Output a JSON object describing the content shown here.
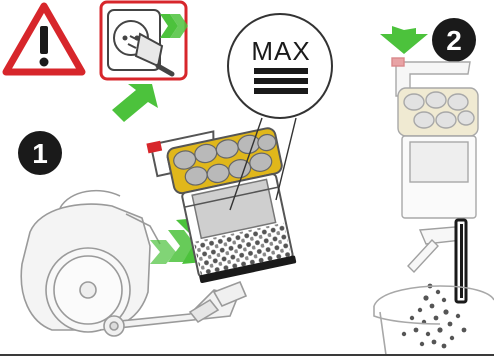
{
  "page": {
    "type": "instruction-illustration",
    "theme_colors": {
      "warning_red": "#d7262b",
      "arrow_green": "#4cc23c",
      "bin_purple": "#6b4a78",
      "bin_yellow": "#e0b71b",
      "outline_grey": "#777777",
      "step_badge": "#1a1a1a"
    }
  },
  "icons": {
    "warning": "warning-triangle-icon",
    "unplug": "unplug-socket-icon",
    "arrow": "green-arrow-icon"
  },
  "max_callout": {
    "label": "MAX"
  },
  "steps": [
    {
      "number": "1"
    },
    {
      "number": "2"
    }
  ]
}
